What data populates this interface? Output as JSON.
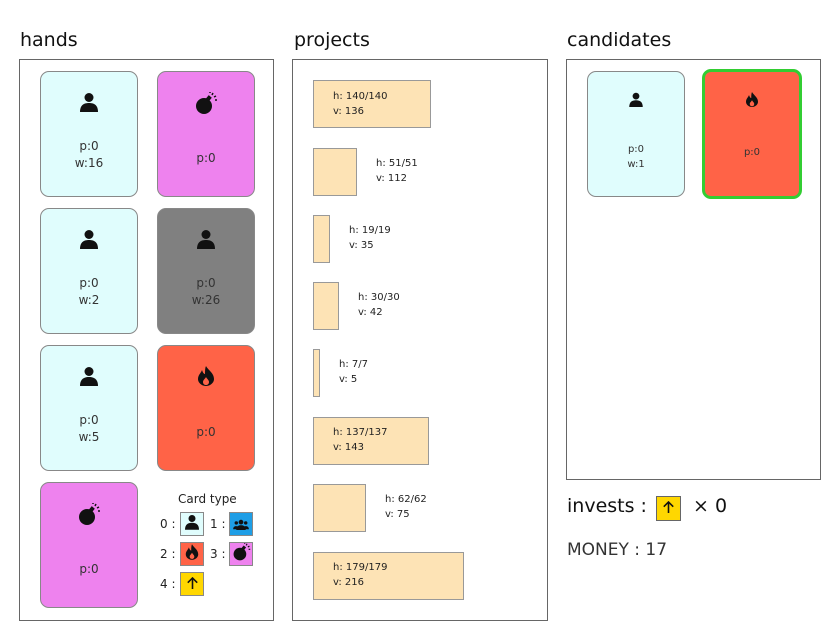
{
  "sections": {
    "hands_title": "hands",
    "projects_title": "projects",
    "candidates_title": "candidates"
  },
  "hands": [
    {
      "type": "worker",
      "icon": "person-icon",
      "lines": [
        "p:0",
        "w:16"
      ]
    },
    {
      "type": "bomb",
      "icon": "bomb-icon",
      "lines": [
        "p:0"
      ]
    },
    {
      "type": "worker",
      "icon": "person-icon",
      "lines": [
        "p:0",
        "w:2"
      ]
    },
    {
      "type": "worker-disabled",
      "icon": "person-icon",
      "lines": [
        "p:0",
        "w:26"
      ]
    },
    {
      "type": "worker",
      "icon": "person-icon",
      "lines": [
        "p:0",
        "w:5"
      ]
    },
    {
      "type": "fire",
      "icon": "fire-icon",
      "lines": [
        "p:0"
      ]
    },
    {
      "type": "bomb",
      "icon": "bomb-icon",
      "lines": [
        "p:0"
      ]
    }
  ],
  "legend": {
    "title": "Card type",
    "items": [
      {
        "label": "0 :",
        "icon": "person-icon",
        "color": "#e0fdfd"
      },
      {
        "label": "1 :",
        "icon": "group-icon",
        "color": "#1e9ee6"
      },
      {
        "label": "2 :",
        "icon": "fire-icon",
        "color": "#ff6347"
      },
      {
        "label": "3 :",
        "icon": "bomb-icon",
        "color": "#ee82ee"
      },
      {
        "label": "4 :",
        "icon": "arrow-up-icon",
        "color": "#ffd700"
      }
    ]
  },
  "projects": [
    {
      "h": "h: 140/140",
      "v": "v: 136",
      "health": 140,
      "max_health": 140,
      "value": 136
    },
    {
      "h": "h: 51/51",
      "v": "v: 112",
      "health": 51,
      "max_health": 51,
      "value": 112
    },
    {
      "h": "h: 19/19",
      "v": "v: 35",
      "health": 19,
      "max_health": 19,
      "value": 35
    },
    {
      "h": "h: 30/30",
      "v": "v: 42",
      "health": 30,
      "max_health": 30,
      "value": 42
    },
    {
      "h": "h: 7/7",
      "v": "v: 5",
      "health": 7,
      "max_health": 7,
      "value": 5
    },
    {
      "h": "h: 137/137",
      "v": "v: 143",
      "health": 137,
      "max_health": 137,
      "value": 143
    },
    {
      "h": "h: 62/62",
      "v": "v: 75",
      "health": 62,
      "max_health": 62,
      "value": 75
    },
    {
      "h": "h: 179/179",
      "v": "v: 216",
      "health": 179,
      "max_health": 179,
      "value": 216
    }
  ],
  "candidates": [
    {
      "type": "worker",
      "icon": "person-icon",
      "lines": [
        "p:0",
        "w:1"
      ],
      "selected": false
    },
    {
      "type": "fire",
      "icon": "fire-icon",
      "lines": [
        "p:0"
      ],
      "selected": true
    }
  ],
  "invests": {
    "label": "invests :",
    "icon": "arrow-up-icon",
    "times": "× 0",
    "count": 0
  },
  "money": "MONEY : 17",
  "colors": {
    "worker": "#e0fdfd",
    "bomb": "#ee82ee",
    "fire": "#ff6347",
    "disabled": "#808080",
    "project_bar": "#fde3b5",
    "selected_border": "#32cd32",
    "invest": "#ffd700"
  }
}
